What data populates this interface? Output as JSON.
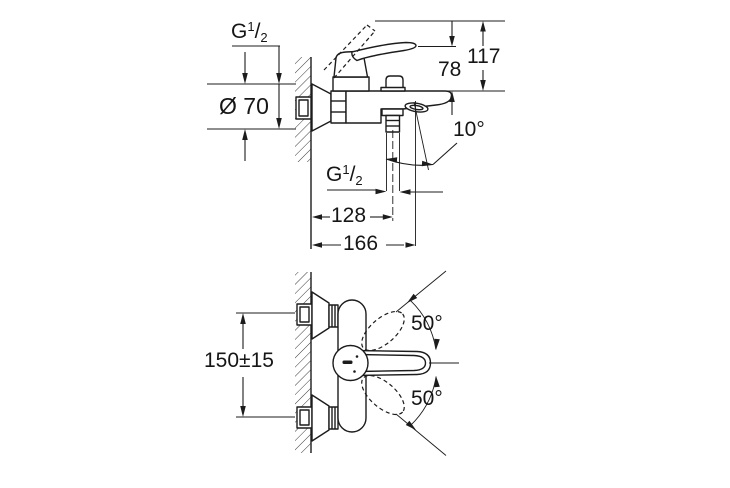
{
  "title": "Bath mixer installation dimension drawing (side elevation and plan view)",
  "dimensions": {
    "thread_inlet": {
      "base": "G",
      "numerator": "1",
      "separator": "/",
      "denominator": "2"
    },
    "thread_shower_outlet": {
      "base": "G",
      "numerator": "1",
      "separator": "/",
      "denominator": "2"
    },
    "escutcheon_diameter": "Ø 70",
    "lever_height_closed": "78",
    "lever_height_open": "117",
    "spout_angle": "10°",
    "shower_outlet_projection": "128",
    "spout_projection": "166",
    "inlet_center_distance": "150±15",
    "handle_swing_upper": "50°",
    "handle_swing_lower": "50°"
  },
  "colors": {
    "line": "#1c1c1c",
    "background": "#ffffff"
  }
}
